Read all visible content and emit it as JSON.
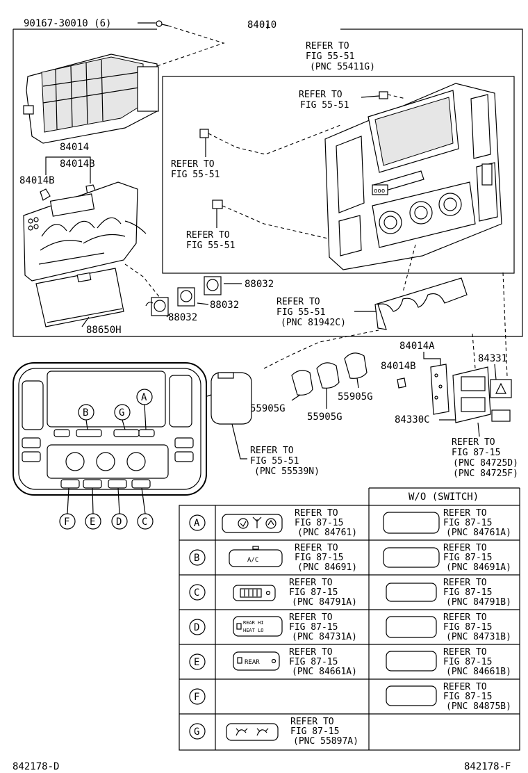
{
  "labels": {
    "bolt": "90167-30010 (6)",
    "assy": "84010",
    "p84014": "84014",
    "p84014b_1": "84014B",
    "p84014b_2": "84014B",
    "p88032_1": "88032",
    "p88032_2": "88032",
    "p88032_3": "88032",
    "p88650h": "88650H",
    "p84014a": "84014A",
    "p84014b_3": "84014B",
    "p84331": "84331",
    "p84330c": "84330C",
    "knob_1": "55905G",
    "knob_2": "55905G",
    "knob_3": "55905G"
  },
  "refers": [
    [
      "REFER TO",
      "FIG 55-51",
      "(PNC 55411G)"
    ],
    [
      "REFER TO",
      "FIG 55-51"
    ],
    [
      "REFER TO",
      "FIG 55-51"
    ],
    [
      "REFER TO",
      "FIG 55-51"
    ],
    [
      "REFER TO",
      "FIG 55-51",
      "(PNC 81942C)"
    ],
    [
      "REFER TO",
      "FIG 55-51",
      "(PNC 55539N)"
    ],
    [
      "REFER TO",
      "FIG 87-15",
      "(PNC 84725D)",
      "(PNC 84725F)"
    ]
  ],
  "callouts": {
    "a": "A",
    "b": "B",
    "g": "G",
    "f": "F",
    "e": "E",
    "d": "D",
    "c": "C"
  },
  "table": {
    "header": "W/O (SWITCH)",
    "rows": [
      {
        "key": "A",
        "with": [
          "REFER TO",
          "FIG 87-15",
          "(PNC 84761)"
        ],
        "without": [
          "REFER TO",
          "FIG 87-15",
          "(PNC 84761A)"
        ]
      },
      {
        "key": "B",
        "with": [
          "REFER TO",
          "FIG 87-15",
          "(PNC 84691)"
        ],
        "without": [
          "REFER TO",
          "FIG 87-15",
          "(PNC 84691A)"
        ]
      },
      {
        "key": "C",
        "with": [
          "REFER TO",
          "FIG 87-15",
          "(PNC 84791A)"
        ],
        "without": [
          "REFER TO",
          "FIG 87-15",
          "(PNC 84791B)"
        ]
      },
      {
        "key": "D",
        "with": [
          "REFER TO",
          "FIG 87-15",
          "(PNC 84731A)"
        ],
        "without": [
          "REFER TO",
          "FIG 87-15",
          "(PNC 84731B)"
        ]
      },
      {
        "key": "E",
        "with": [
          "REFER TO",
          "FIG 87-15",
          "(PNC 84661A)"
        ],
        "without": [
          "REFER TO",
          "FIG 87-15",
          "(PNC 84661B)"
        ]
      },
      {
        "key": "F",
        "with": [],
        "without": [
          "REFER TO",
          "FIG 87-15",
          "(PNC 84875B)"
        ]
      },
      {
        "key": "G",
        "with": [
          "REFER TO",
          "FIG 87-15",
          "(PNC 55897A)"
        ],
        "without": []
      }
    ]
  },
  "switch_faces": {
    "b": "A/C",
    "d_1": "REAR HI",
    "d_2": "HEAT LO",
    "e": "REAR"
  },
  "footer": {
    "left": "842178-D",
    "right": "842178-F"
  }
}
